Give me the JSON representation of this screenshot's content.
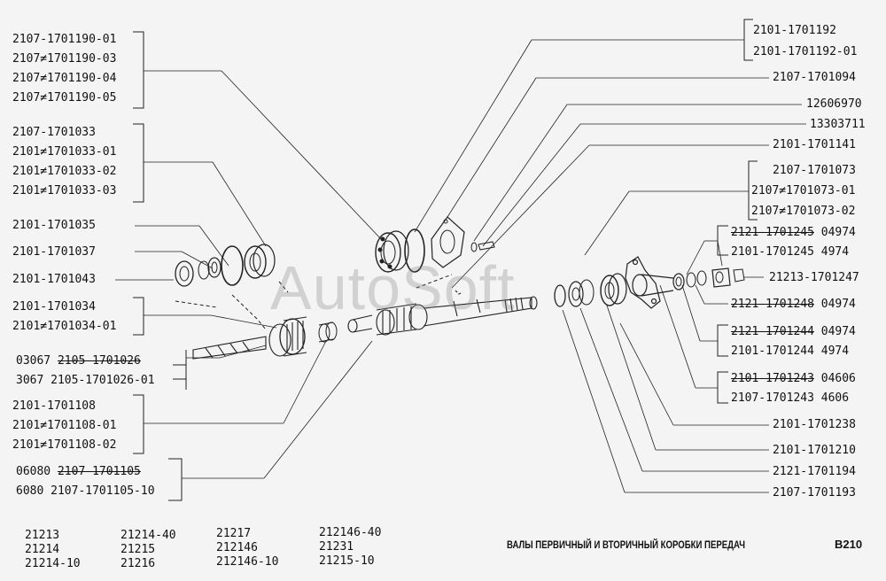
{
  "watermark": "AutoSoft",
  "title": "ВАЛЫ ПЕРВИЧНЫЙ И ВТОРИЧНЫЙ КОРОБКИ ПЕРЕДАЧ",
  "page_code": "B210",
  "left_labels": {
    "g1": [
      "2107-1701190-01",
      "2107≠1701190-03",
      "2107≠1701190-04",
      "2107≠1701190-05"
    ],
    "g2": [
      "2107-1701033",
      "2101≠1701033-01",
      "2101≠1701033-02",
      "2101≠1701033-03"
    ],
    "l1035": "2101-1701035",
    "l1037": "2101-1701037",
    "l1043": "2101-1701043",
    "g3": [
      "2101-1701034",
      "2101≠1701034-01"
    ],
    "g4a_prefix": "03067",
    "g4a_num": "2105-1701026",
    "g4b": "3067  2105-1701026-01",
    "g5": [
      "2101-1701108",
      "2101≠1701108-01",
      "2101≠1701108-02"
    ],
    "g6a_prefix": "06080",
    "g6a_num": "2107-1701105",
    "g6b": "6080  2107-1701105-10"
  },
  "right_labels": {
    "r1": [
      "2101-1701192",
      "2101-1701192-01"
    ],
    "r2": "2107-1701094",
    "r3": "12606970",
    "r4": "13303711",
    "r5": "2101-1701141",
    "r6": [
      "2107-1701073",
      "2107≠1701073-01",
      "2107≠1701073-02"
    ],
    "r7a_num": "2121-1701245",
    "r7a_suffix": "04974",
    "r7b": "2101-1701245   4974",
    "r8": "21213-1701247",
    "r9_num": "2121-1701248",
    "r9_suffix": "04974",
    "r10a_num": "2121-1701244",
    "r10a_suffix": "04974",
    "r10b": "2101-1701244   4974",
    "r11a_num": "2101-1701243",
    "r11a_suffix": "04606",
    "r11b": "2107-1701243   4606",
    "r12": "2101-1701238",
    "r13": "2101-1701210",
    "r14": "2121-1701194",
    "r15": "2107-1701193"
  },
  "models": {
    "c1": [
      "21213",
      "21214",
      "21214-10"
    ],
    "c2": [
      "21214-40",
      "21215",
      "21216"
    ],
    "c3": [
      "21217",
      "212146",
      "212146-10"
    ],
    "c4": [
      "212146-40",
      "21231",
      "21215-10"
    ]
  }
}
